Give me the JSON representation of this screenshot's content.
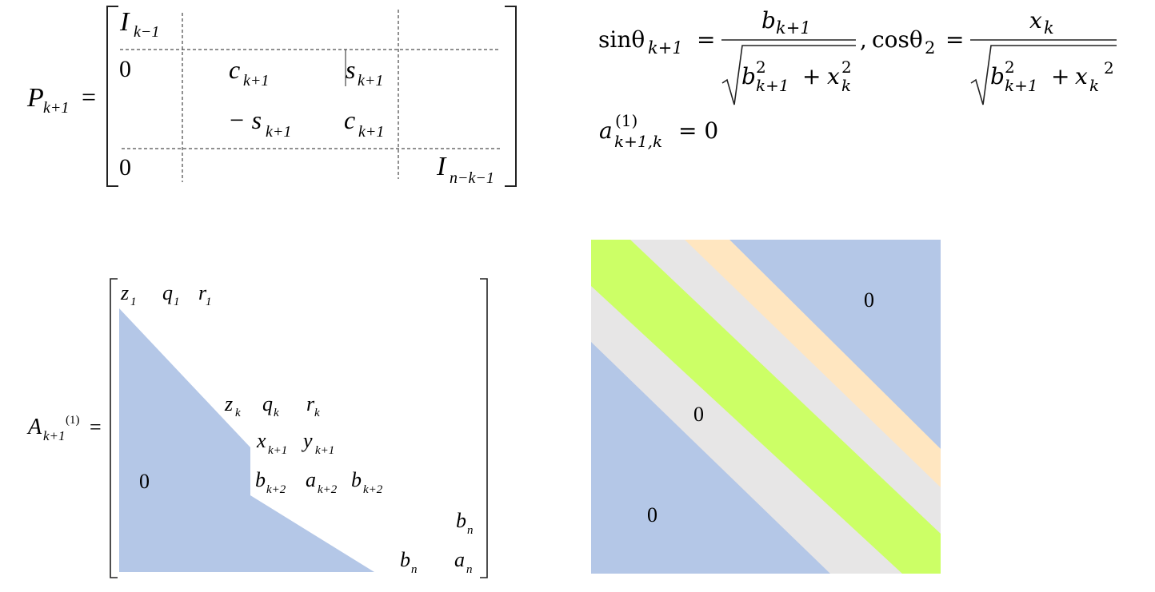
{
  "colors": {
    "blue_region": "#b4c7e7",
    "green_band": "#ccff66",
    "gray_band": "#e7e6e6",
    "orange_band": "#ffe6c0",
    "ink": "#222222"
  },
  "P_matrix": {
    "lhs_symbol": "P",
    "lhs_subscript": "k+1",
    "equals": "=",
    "identity_top": "I",
    "identity_top_sub": "k−1",
    "zero_mid": "0",
    "c1": "c",
    "c1_sub": "k+1",
    "s1": "s",
    "s1_sub": "k+1",
    "neg_s": "− s",
    "neg_s_sub": "k+1",
    "c2": "c",
    "c2_sub": "k+1",
    "zero_bottom": "0",
    "identity_bottom": "I",
    "identity_bottom_sub": "n−k−1"
  },
  "formula": {
    "sin_label": "sinθ",
    "sin_sub": "k+1",
    "eq1": "=",
    "sin_num": "b",
    "sin_num_sub": "k+1",
    "den_b": "b",
    "den_b_sup": "2",
    "den_b_sub": "k+1",
    "den_plus": "+",
    "den_x": "x",
    "den_x_sup": "2",
    "den_x_sub": "k",
    "comma": ",",
    "cos_label": "cosθ",
    "cos_sub": "2",
    "eq2": "=",
    "cos_num": "x",
    "cos_num_sub": "k",
    "den2_b": "b",
    "den2_b_sup": "2",
    "den2_b_sub": "k+1",
    "den2_plus": "+",
    "den2_x": "x",
    "den2_x_sub": "k",
    "den2_x_sup": "2",
    "a_label": "a",
    "a_sup": "(1)",
    "a_sub": "k+1,k",
    "a_eq": "= 0"
  },
  "A_matrix": {
    "lhs_symbol": "A",
    "lhs_subscript": "k+1",
    "lhs_superscript": "(1)",
    "equals": "=",
    "row1": [
      {
        "v": "z",
        "s": "1"
      },
      {
        "v": "q",
        "s": "1"
      },
      {
        "v": "r",
        "s": "1"
      }
    ],
    "rowk": [
      {
        "v": "z",
        "s": "k"
      },
      {
        "v": "q",
        "s": "k"
      },
      {
        "v": "r",
        "s": "k"
      }
    ],
    "rowk1": [
      {
        "v": "x",
        "s": "k+1"
      },
      {
        "v": "y",
        "s": "k+1"
      }
    ],
    "rowk2": [
      {
        "v": "b",
        "s": "k+2"
      },
      {
        "v": "a",
        "s": "k+2"
      },
      {
        "v": "b",
        "s": "k+2"
      }
    ],
    "bn_top": {
      "v": "b",
      "s": "n"
    },
    "bottom": [
      {
        "v": "b",
        "s": "n"
      },
      {
        "v": "a",
        "s": "n"
      }
    ],
    "zero": "0"
  },
  "band_diagram": {
    "zero_upper": "0",
    "zero_middle": "0",
    "zero_lower": "0"
  }
}
